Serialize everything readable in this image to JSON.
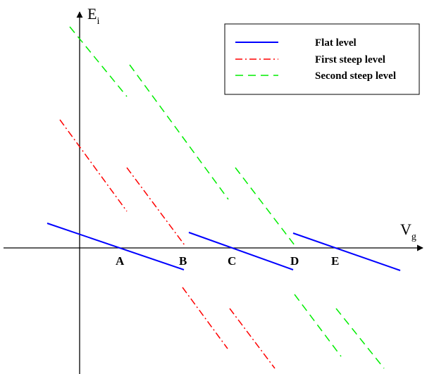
{
  "axes": {
    "y_label_main": "E",
    "y_label_sub": "i",
    "x_label_main": "V",
    "x_label_sub": "g"
  },
  "points": [
    "A",
    "B",
    "C",
    "D",
    "E"
  ],
  "legend": {
    "items": [
      {
        "key": "flat",
        "label": "Flat level",
        "color": "#0000ff",
        "style": "solid"
      },
      {
        "key": "first",
        "label": "First steep level",
        "color": "#ff0000",
        "style": "dash-dot"
      },
      {
        "key": "second",
        "label": "Second steep level",
        "color": "#00ee00",
        "style": "dashed"
      }
    ]
  }
}
